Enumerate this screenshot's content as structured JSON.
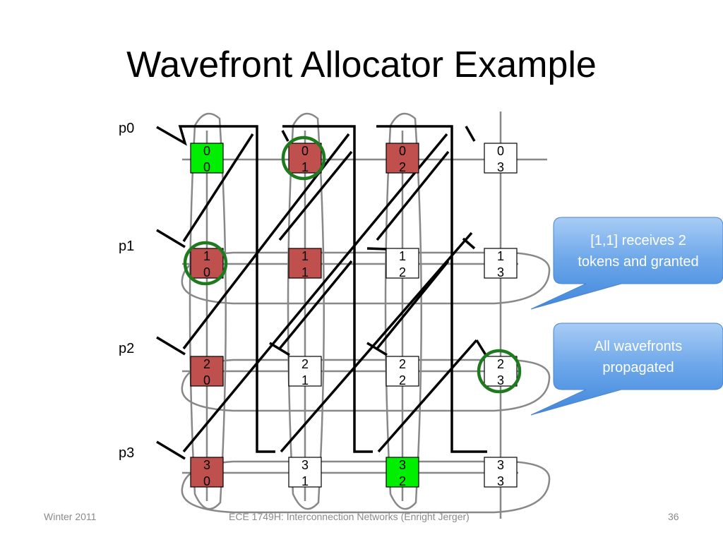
{
  "title": "Wavefront Allocator Example",
  "row_labels": [
    "p0",
    "p1",
    "p2",
    "p3"
  ],
  "grid": [
    [
      {
        "r": "0",
        "c": "0",
        "state": "granted"
      },
      {
        "r": "0",
        "c": "1",
        "state": "requested"
      },
      {
        "r": "0",
        "c": "2",
        "state": "requested"
      },
      {
        "r": "0",
        "c": "3",
        "state": "empty"
      }
    ],
    [
      {
        "r": "1",
        "c": "0",
        "state": "requested"
      },
      {
        "r": "1",
        "c": "1",
        "state": "requested"
      },
      {
        "r": "1",
        "c": "2",
        "state": "empty"
      },
      {
        "r": "1",
        "c": "3",
        "state": "empty"
      }
    ],
    [
      {
        "r": "2",
        "c": "0",
        "state": "requested"
      },
      {
        "r": "2",
        "c": "1",
        "state": "empty"
      },
      {
        "r": "2",
        "c": "2",
        "state": "empty"
      },
      {
        "r": "2",
        "c": "3",
        "state": "empty"
      }
    ],
    [
      {
        "r": "3",
        "c": "0",
        "state": "requested"
      },
      {
        "r": "3",
        "c": "1",
        "state": "empty"
      },
      {
        "r": "3",
        "c": "2",
        "state": "granted"
      },
      {
        "r": "3",
        "c": "3",
        "state": "empty"
      }
    ]
  ],
  "highlighted_cells": [
    [
      0,
      1
    ],
    [
      1,
      0
    ],
    [
      2,
      3
    ]
  ],
  "callouts": [
    {
      "lines": [
        "[1,1] receives 2",
        "tokens and granted"
      ]
    },
    {
      "lines": [
        "All wavefronts",
        "propagated"
      ]
    }
  ],
  "colors": {
    "granted": "#00ee00",
    "requested": "#c0504d",
    "empty": "#ffffff",
    "highlight": "#1e7a1e",
    "callout": "#5b9be0",
    "grid_line": "#888888"
  },
  "footer": {
    "left": "Winter 2011",
    "center": "ECE 1749H: Interconnection Networks (Enright Jerger)",
    "right": "36"
  }
}
